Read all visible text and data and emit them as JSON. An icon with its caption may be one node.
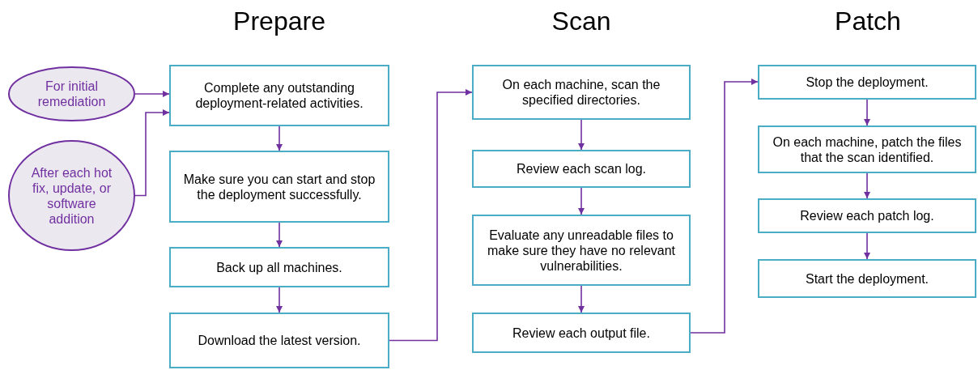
{
  "diagram": {
    "nodes": [
      {
        "text": [
          "For initial remediation"
        ]
      },
      {
        "text": [
          "After each hot fix, update, or software addition"
        ]
      },
      {
        "text": [
          "Complete any outstanding deployment-related activities."
        ]
      },
      {
        "text": [
          "Make sure you can start and stop the deployment successfully."
        ]
      },
      {
        "text": [
          "Back up all machines."
        ]
      },
      {
        "text": [
          "Download the latest version."
        ]
      },
      {
        "text": [
          "On each machine, scan the specified directories."
        ]
      },
      {
        "text": [
          "Review each scan log."
        ]
      },
      {
        "text": [
          "Evaluate any unreadable files to make sure they have no relevant vulnerabilities."
        ]
      },
      {
        "text": [
          "Review each output file."
        ]
      },
      {
        "text": [
          "Stop the deployment."
        ]
      },
      {
        "text": [
          "On each machine, patch the files that the scan identified."
        ]
      },
      {
        "text": [
          "Review each patch log."
        ]
      },
      {
        "text": [
          "Start the deployment."
        ]
      }
    ],
    "edges": [
      {
        "from": 0,
        "to": 2,
        "arrow": "to"
      },
      {
        "from": 1,
        "to": 2,
        "arrow": "to"
      },
      {
        "from": 2,
        "to": 3,
        "arrow": "to"
      },
      {
        "from": 3,
        "to": 4,
        "arrow": "to"
      },
      {
        "from": 4,
        "to": 5,
        "arrow": "to"
      },
      {
        "from": 5,
        "to": 6,
        "arrow": "to"
      },
      {
        "from": 6,
        "to": 7,
        "arrow": "to"
      },
      {
        "from": 7,
        "to": 8,
        "arrow": "to"
      },
      {
        "from": 8,
        "to": 9,
        "arrow": "to"
      },
      {
        "from": 9,
        "to": 10,
        "arrow": "to"
      },
      {
        "from": 10,
        "to": 11,
        "arrow": "to"
      },
      {
        "from": 11,
        "to": 12,
        "arrow": "to"
      },
      {
        "from": 12,
        "to": 13,
        "arrow": "to"
      }
    ],
    "labels": [
      "Prepare",
      "Scan",
      "Patch"
    ]
  }
}
